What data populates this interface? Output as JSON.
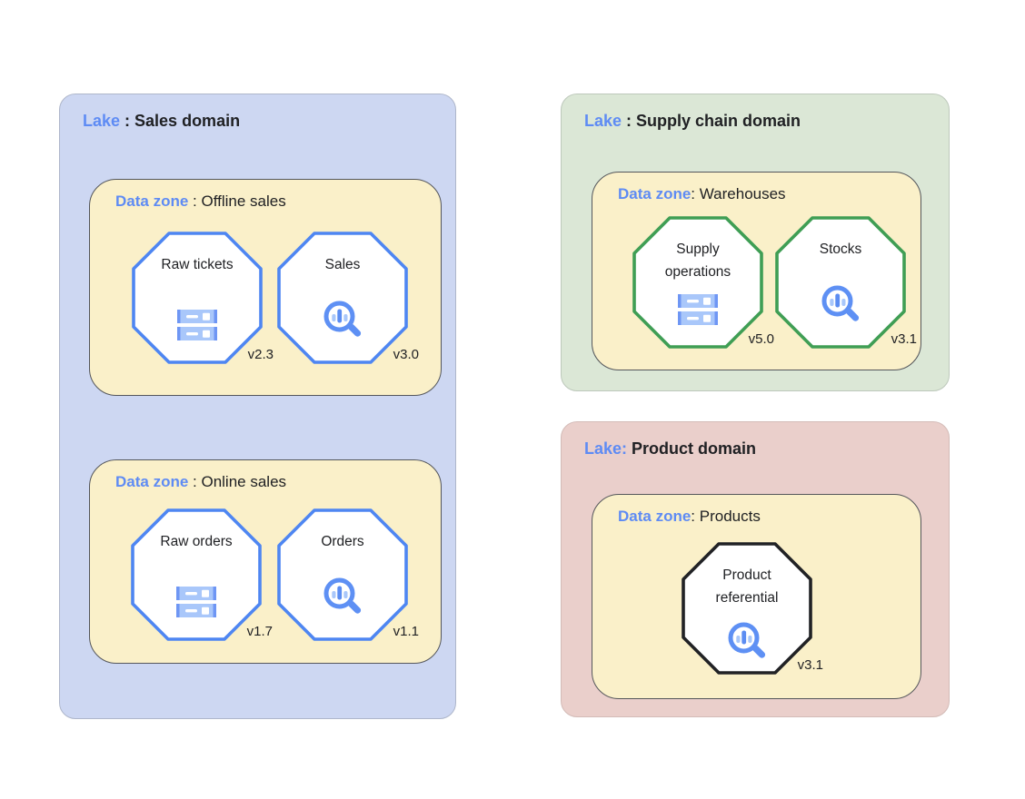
{
  "colors": {
    "lake_sales_bg": "#cdd7f2",
    "lake_supply_bg": "#dbe7d6",
    "lake_product_bg": "#eacfcb",
    "zone_bg": "#faf0c9",
    "zone_border": "#54565b",
    "label_blue": "#5e8bf4",
    "text_black": "#202124",
    "octagon_blue": "#4e86f2",
    "octagon_green": "#3f9e54",
    "octagon_black": "#212225",
    "icon_light_blue": "#a9c7fa",
    "icon_mid_blue": "#6e96f4",
    "icon_ring_blue": "#5e90f4",
    "icon_bar_blue": "#5c8df2"
  },
  "lakes": [
    {
      "prefix": "Lake",
      "sep": " : ",
      "title": "Sales domain",
      "zones": [
        {
          "prefix": "Data zone",
          "sep": " : ",
          "title": "Offline sales",
          "entities": [
            {
              "name": "Raw tickets",
              "version": "v2.3",
              "icon": "storage"
            },
            {
              "name": "Sales",
              "version": "v3.0",
              "icon": "search-chart"
            }
          ]
        },
        {
          "prefix": "Data zone",
          "sep": " : ",
          "title": "Online sales",
          "entities": [
            {
              "name": "Raw orders",
              "version": "v1.7",
              "icon": "storage"
            },
            {
              "name": "Orders",
              "version": "v1.1",
              "icon": "search-chart"
            }
          ]
        }
      ]
    },
    {
      "prefix": "Lake",
      "sep": " : ",
      "title": "Supply chain domain",
      "zones": [
        {
          "prefix": "Data zone",
          "sep": ": ",
          "title": "Warehouses",
          "entities": [
            {
              "name": "Supply operations",
              "version": "v5.0",
              "icon": "storage"
            },
            {
              "name": "Stocks",
              "version": "v3.1",
              "icon": "search-chart"
            }
          ]
        }
      ]
    },
    {
      "prefix": "Lake:",
      "sep": " ",
      "title": "Product domain",
      "zones": [
        {
          "prefix": "Data zone",
          "sep": ": ",
          "title": "Products",
          "entities": [
            {
              "name": "Product referential",
              "version": "v3.1",
              "icon": "search-chart"
            }
          ]
        }
      ]
    }
  ]
}
